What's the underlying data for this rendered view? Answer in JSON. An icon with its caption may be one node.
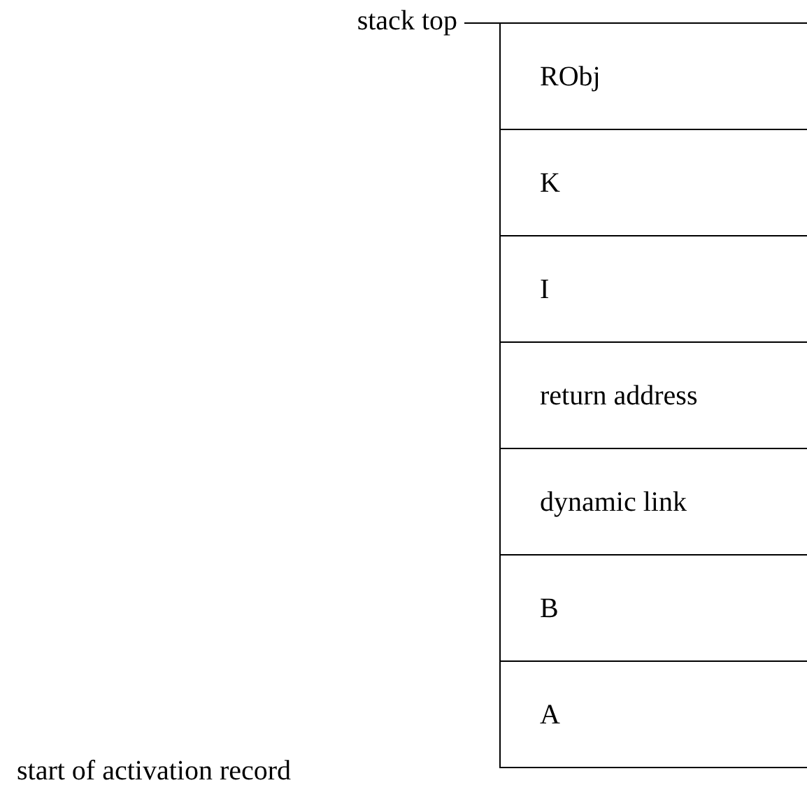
{
  "diagram": {
    "nodes": [
      {
        "text": [
          "RObj"
        ]
      },
      {
        "text": [
          "K"
        ]
      },
      {
        "text": [
          "I"
        ]
      },
      {
        "text": [
          "return address"
        ]
      },
      {
        "text": [
          "dynamic link"
        ]
      },
      {
        "text": [
          "B"
        ]
      },
      {
        "text": [
          "A"
        ]
      }
    ],
    "labels": [
      "stack top",
      "start of activation record"
    ]
  }
}
